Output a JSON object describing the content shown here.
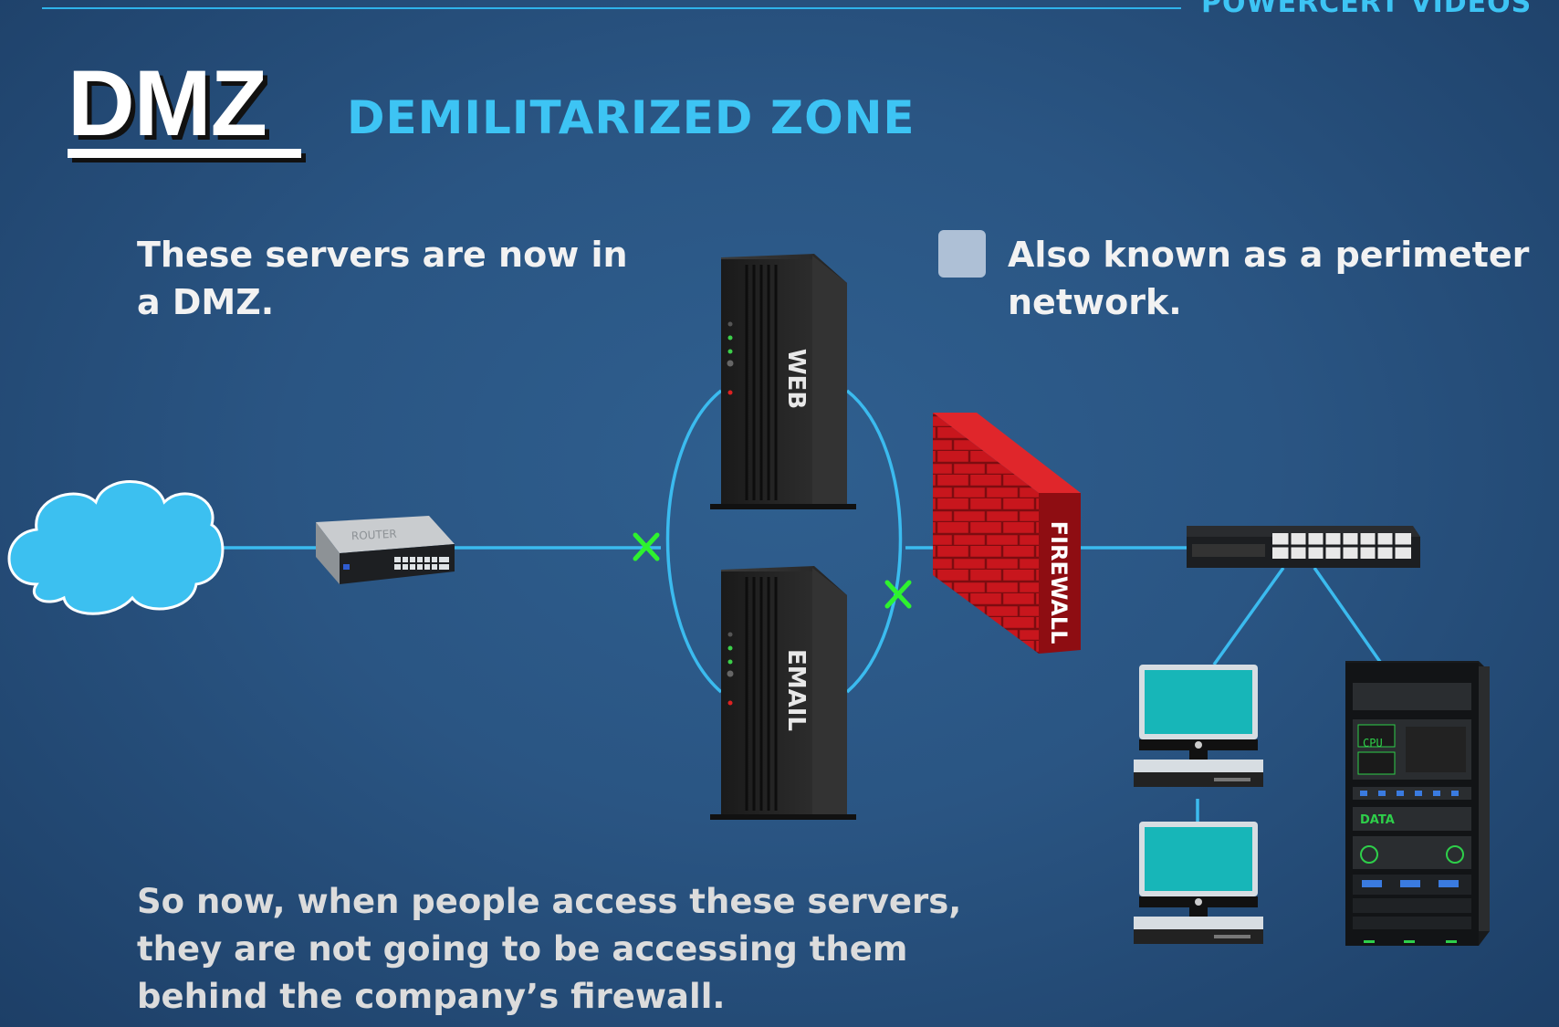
{
  "brand": "POWERCERT VIDEOS",
  "title": "DMZ",
  "subtitle": "DEMILITARIZED ZONE",
  "caption_left": "These servers are now in a DMZ.",
  "caption_right": "Also known as a perimeter network.",
  "caption_bottom": "So now, when people access these servers, they are not going to be accessing them behind the company’s firewall.",
  "labels": {
    "router": "ROUTER",
    "web_server": "WEB",
    "email_server": "EMAIL",
    "firewall": "FIREWALL",
    "rack_cpu": "CPU",
    "rack_data": "DATA"
  },
  "colors": {
    "background": "#2a5583",
    "accent": "#3dc4f4",
    "link": "#3bbbef",
    "firewall": "#c8161d",
    "blocked_marker": "#2ef22e"
  }
}
